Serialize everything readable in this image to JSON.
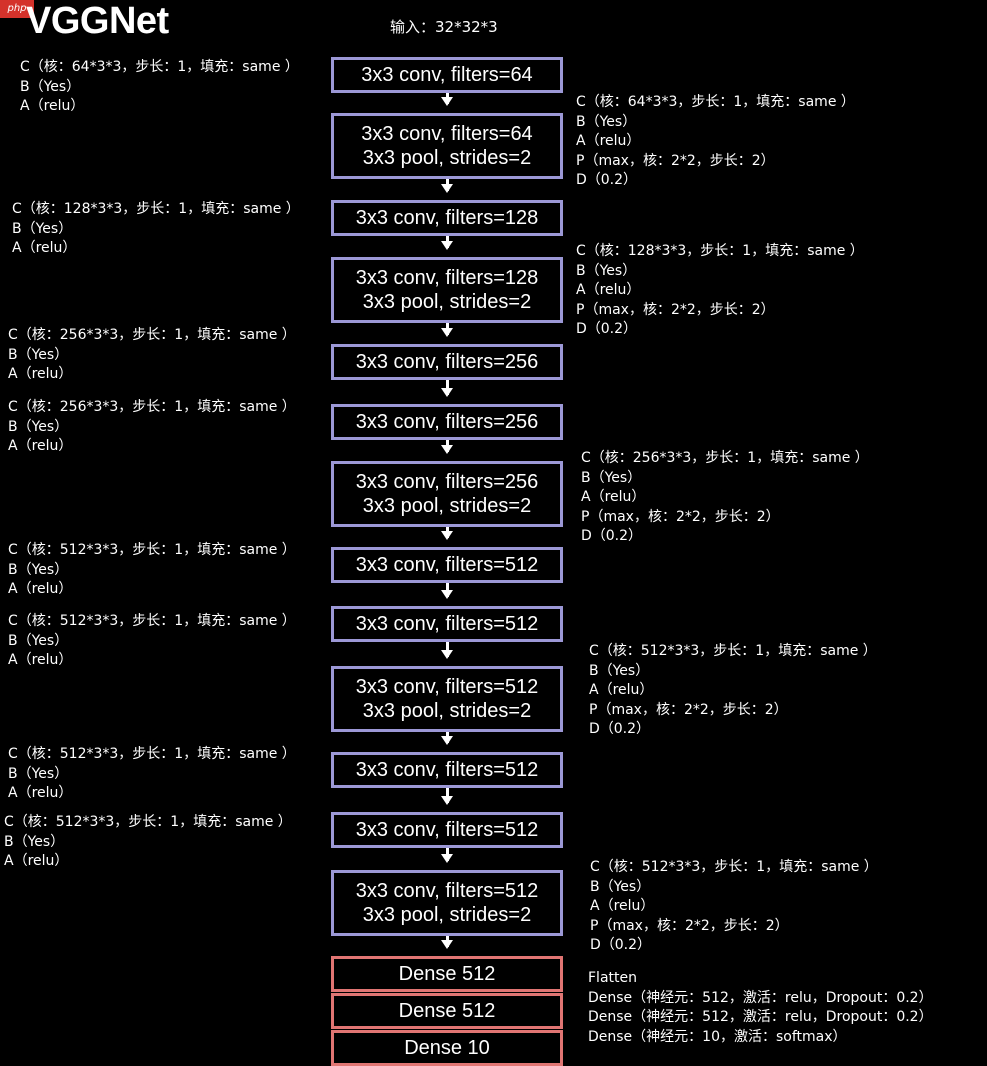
{
  "watermark": "php",
  "title": "VGGNet",
  "input_label": "输入：32*32*3",
  "layers": [
    {
      "line1": "3x3 conv, filters=64",
      "line2": ""
    },
    {
      "line1": "3x3 conv, filters=64",
      "line2": "3x3 pool, strides=2"
    },
    {
      "line1": "3x3 conv, filters=128",
      "line2": ""
    },
    {
      "line1": "3x3 conv, filters=128",
      "line2": "3x3 pool, strides=2"
    },
    {
      "line1": "3x3 conv, filters=256",
      "line2": ""
    },
    {
      "line1": "3x3 conv, filters=256",
      "line2": ""
    },
    {
      "line1": "3x3 conv, filters=256",
      "line2": "3x3 pool, strides=2"
    },
    {
      "line1": "3x3 conv, filters=512",
      "line2": ""
    },
    {
      "line1": "3x3 conv, filters=512",
      "line2": ""
    },
    {
      "line1": "3x3 conv, filters=512",
      "line2": "3x3 pool, strides=2"
    },
    {
      "line1": "3x3 conv, filters=512",
      "line2": ""
    },
    {
      "line1": "3x3 conv, filters=512",
      "line2": ""
    },
    {
      "line1": "3x3 conv, filters=512",
      "line2": "3x3 pool, strides=2"
    }
  ],
  "dense_layers": [
    "Dense 512",
    "Dense 512",
    "Dense 10"
  ],
  "annotations_left": [
    [
      "C（核：64*3*3，步长：1，填充：same ）",
      "B（Yes）",
      "A（relu）"
    ],
    [
      "C（核：128*3*3，步长：1，填充：same ）",
      "B（Yes）",
      "A（relu）"
    ],
    [
      "C（核：256*3*3，步长：1，填充：same ）",
      "B（Yes）",
      "A（relu）"
    ],
    [
      "C（核：256*3*3，步长：1，填充：same ）",
      "B（Yes）",
      "A（relu）"
    ],
    [
      "C（核：512*3*3，步长：1，填充：same ）",
      "B（Yes）",
      "A（relu）"
    ],
    [
      "C（核：512*3*3，步长：1，填充：same ）",
      "B（Yes）",
      "A（relu）"
    ],
    [
      "C（核：512*3*3，步长：1，填充：same ）",
      "B（Yes）",
      "A（relu）"
    ],
    [
      "C（核：512*3*3，步长：1，填充：same ）",
      "B（Yes）",
      "A（relu）"
    ]
  ],
  "annotations_right": [
    [
      "C（核：64*3*3，步长：1，填充：same ）",
      "B（Yes）",
      "A（relu）",
      "P（max，核：2*2，步长：2）",
      "D（0.2）"
    ],
    [
      "C（核：128*3*3，步长：1，填充：same ）",
      "B（Yes）",
      "A（relu）",
      "P（max，核：2*2，步长：2）",
      "D（0.2）"
    ],
    [
      "C（核：256*3*3，步长：1，填充：same ）",
      "B（Yes）",
      "A（relu）",
      "P（max，核：2*2，步长：2）",
      "D（0.2）"
    ],
    [
      "C（核：512*3*3，步长：1，填充：same ）",
      "B（Yes）",
      "A（relu）",
      "P（max，核：2*2，步长：2）",
      "D（0.2）"
    ],
    [
      "C（核：512*3*3，步长：1，填充：same ）",
      "B（Yes）",
      "A（relu）",
      "P（max，核：2*2，步长：2）",
      "D（0.2）"
    ]
  ],
  "dense_annotation": [
    "Flatten",
    "Dense（神经元：512，激活：relu，Dropout：0.2）",
    "Dense（神经元：512，激活：relu，Dropout：0.2）",
    "Dense（神经元：10，激活：softmax）"
  ]
}
